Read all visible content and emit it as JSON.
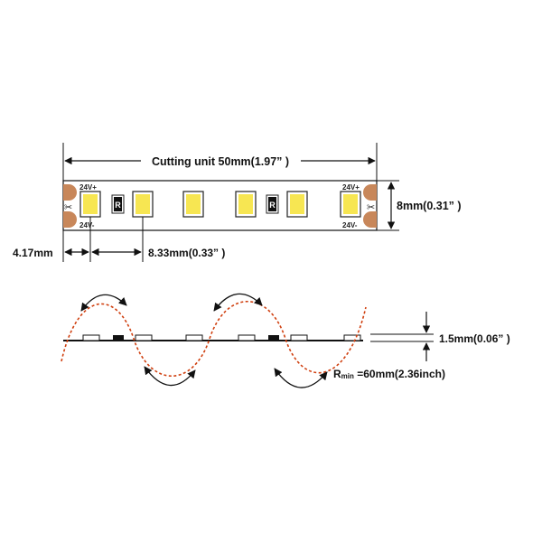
{
  "strip": {
    "cutting_unit_label": "Cutting unit  50mm(1.97” )",
    "width_label": "8mm(0.31” )",
    "pad_offset_label": "4.17mm",
    "led_pitch_label": "8.33mm(0.33” )",
    "plus_label": "24V+",
    "minus_label": "24V-",
    "resistor_label": "R",
    "colors": {
      "pad": "#c8875a",
      "led": "#f7e652",
      "resistor": "#111111"
    }
  },
  "bend": {
    "thickness_label": "1.5mm(0.06” )",
    "rmin_symbol": "R",
    "rmin_subscript": "min",
    "rmin_value": " =60mm(2.36inch)",
    "colors": {
      "curve": "#d04010"
    }
  }
}
